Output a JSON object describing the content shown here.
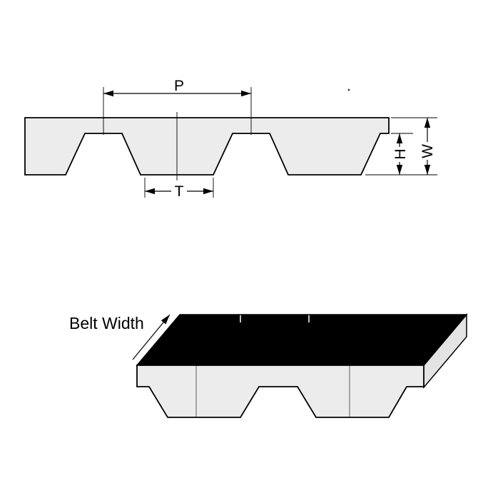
{
  "colors": {
    "background": "#ffffff",
    "line": "#000000",
    "belt_fill": "#ececec",
    "top_face": "#000000",
    "side_face": "#e4e4e4",
    "label_mask": "#ffffff"
  },
  "cross_section": {
    "pitch_label": "P",
    "tooth_width_label": "T",
    "tooth_height_label": "H",
    "thickness_label": "W"
  },
  "isometric_view": {
    "belt_width_label": "Belt Width"
  }
}
